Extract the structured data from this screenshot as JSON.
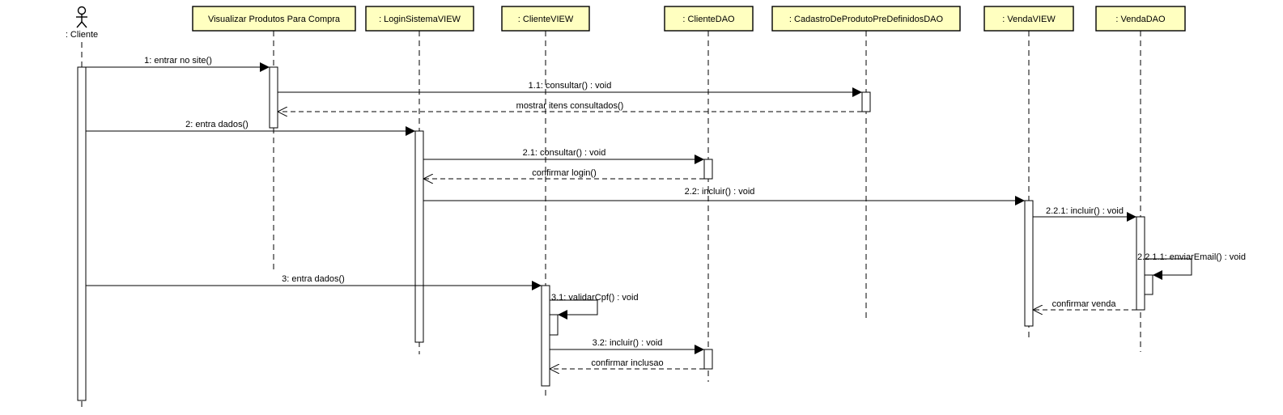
{
  "actor": {
    "label": ": Cliente"
  },
  "lifelines": [
    {
      "id": "visualizar",
      "label": "Visualizar Produtos Para Compra"
    },
    {
      "id": "login",
      "label": ": LoginSistemaVIEW"
    },
    {
      "id": "clienteview",
      "label": ": ClienteVIEW"
    },
    {
      "id": "clientedao",
      "label": ": ClienteDAO"
    },
    {
      "id": "cadastro",
      "label": ": CadastroDeProdutoPreDefinidosDAO"
    },
    {
      "id": "vendaview",
      "label": ": VendaVIEW"
    },
    {
      "id": "vendadao",
      "label": ": VendaDAO"
    }
  ],
  "messages": [
    {
      "label": "1: entrar no site()",
      "from": "actor",
      "to": "visualizar",
      "kind": "sync"
    },
    {
      "label": "1.1: consultar() : void",
      "from": "visualizar",
      "to": "cadastro",
      "kind": "sync"
    },
    {
      "label": "mostrar itens consultados()",
      "from": "cadastro",
      "to": "visualizar",
      "kind": "return"
    },
    {
      "label": "2: entra dados()",
      "from": "actor",
      "to": "login",
      "kind": "sync"
    },
    {
      "label": "2.1: consultar() : void",
      "from": "login",
      "to": "clientedao",
      "kind": "sync"
    },
    {
      "label": "confirmar login()",
      "from": "clientedao",
      "to": "login",
      "kind": "return"
    },
    {
      "label": "2.2: incluir() : void",
      "from": "login",
      "to": "vendaview",
      "kind": "sync"
    },
    {
      "label": "2.2.1: incluir() : void",
      "from": "vendaview",
      "to": "vendadao",
      "kind": "sync"
    },
    {
      "label": "2.2.1.1: enviarEmail() : void",
      "from": "vendadao",
      "to": "vendadao",
      "kind": "self"
    },
    {
      "label": "confirmar venda",
      "from": "vendadao",
      "to": "vendaview",
      "kind": "return"
    },
    {
      "label": "3: entra dados()",
      "from": "actor",
      "to": "clienteview",
      "kind": "sync"
    },
    {
      "label": "3.1: validarCpf() : void",
      "from": "clienteview",
      "to": "clienteview",
      "kind": "self"
    },
    {
      "label": "3.2: incluir() : void",
      "from": "clienteview",
      "to": "clientedao",
      "kind": "sync"
    },
    {
      "label": "confirmar inclusao",
      "from": "clientedao",
      "to": "clienteview",
      "kind": "return"
    }
  ]
}
